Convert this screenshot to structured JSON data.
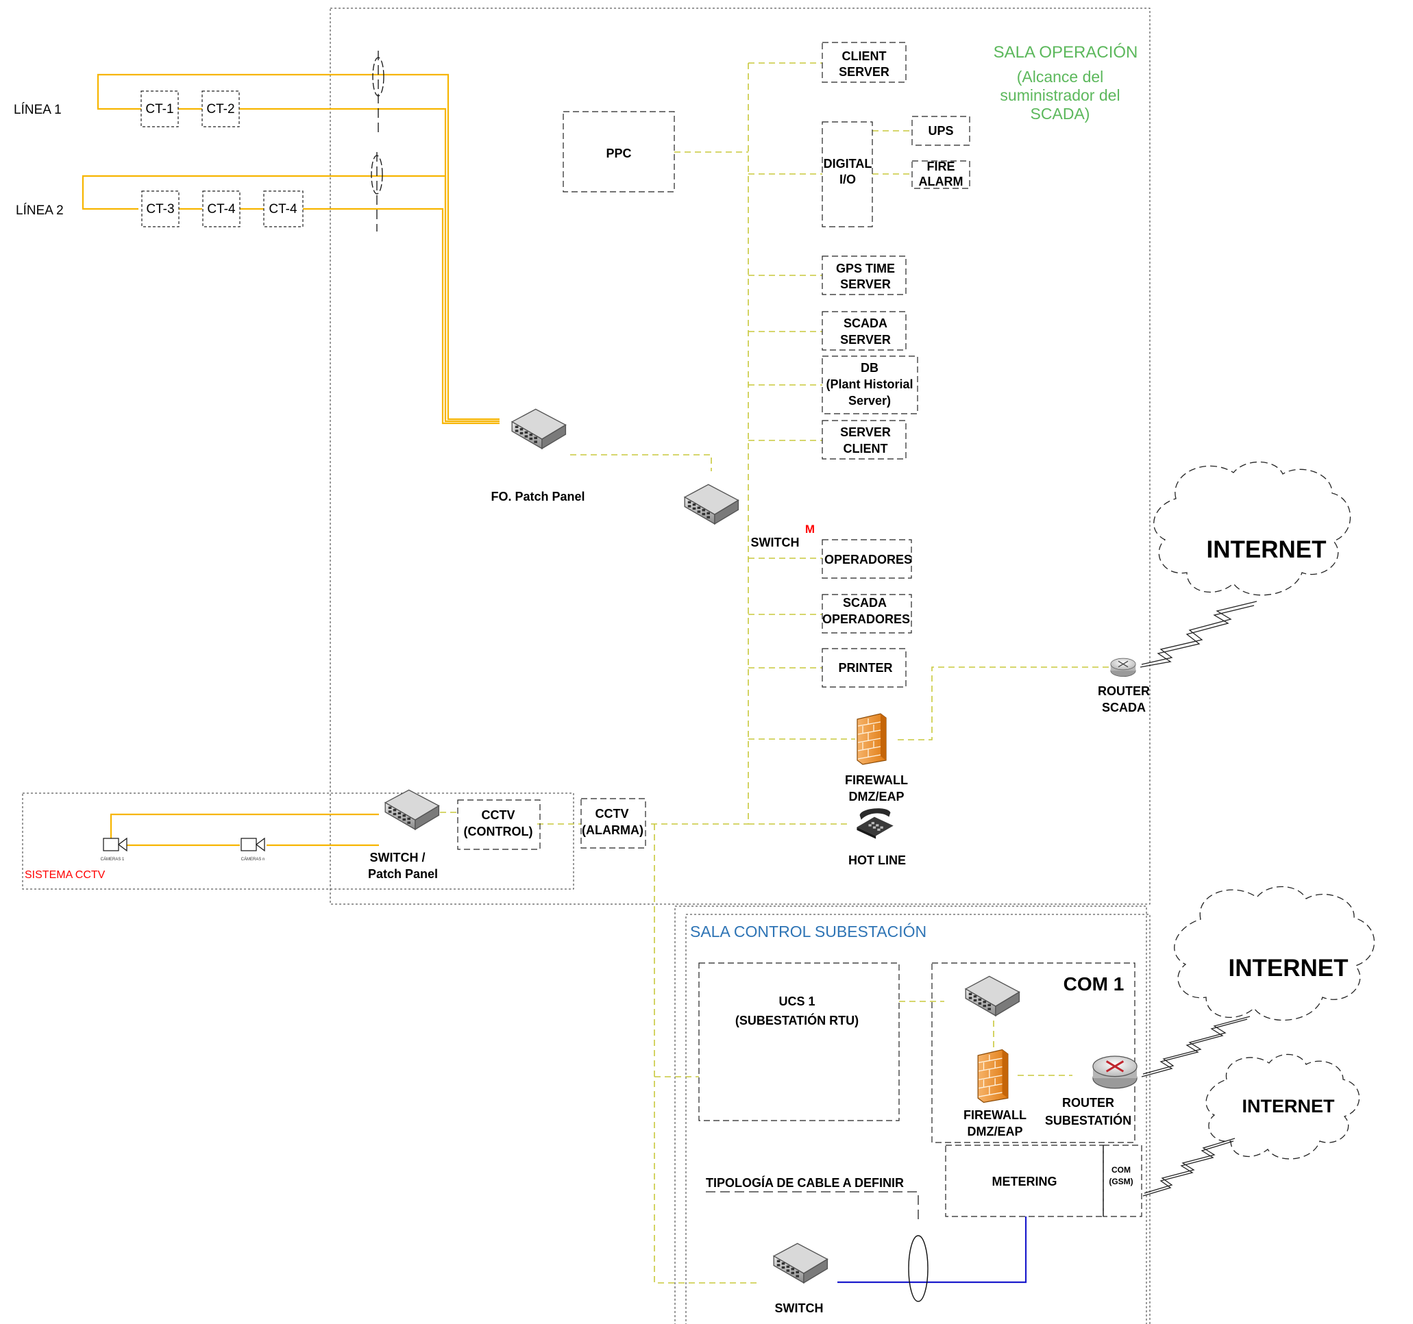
{
  "lines": {
    "line1": "LÍNEA 1",
    "line2": "LÍNEA 2"
  },
  "ct_boxes": [
    "CT-1",
    "CT-2",
    "CT-3",
    "CT-4",
    "CT-4"
  ],
  "zones": {
    "sala_operacion_title": "SALA OPERACIÓN",
    "sala_operacion_note": [
      "(Alcance del",
      "suministrador del",
      "SCADA)"
    ],
    "sala_control_title": "SALA CONTROL SUBESTACIÓN",
    "sistema_cctv": "SISTEMA CCTV"
  },
  "nodes": {
    "ppc": "PPC",
    "client_server": [
      "CLIENT",
      "SERVER"
    ],
    "digital_io": [
      "DIGITAL",
      "I/O"
    ],
    "ups": "UPS",
    "fire_alarm": [
      "FIRE",
      "ALARM"
    ],
    "gps_time_server": [
      "GPS TIME",
      "SERVER"
    ],
    "scada_server": [
      "SCADA",
      "SERVER"
    ],
    "db": [
      "DB",
      "(Plant Historial",
      "Server)"
    ],
    "server_client": [
      "SERVER",
      "CLIENT"
    ],
    "fo_patch_panel": "FO.  Patch Panel",
    "switch_main": "SWITCH",
    "switch_mark": "M",
    "operadores": "OPERADORES",
    "scada_operadores": [
      "SCADA",
      "OPERADORES"
    ],
    "printer": "PRINTER",
    "router_scada": [
      "ROUTER",
      "SCADA"
    ],
    "firewall_1": [
      "FIREWALL",
      "DMZ/EAP"
    ],
    "hot_line": "HOT LINE",
    "cctv_control": [
      "CCTV",
      "(CONTROL)"
    ],
    "cctv_alarma": [
      "CCTV",
      "(ALARMA)"
    ],
    "switch_patch_panel": [
      "SWITCH /",
      "Patch Panel"
    ],
    "camera_1": "CÁMERAS 1",
    "camera_n": "CÁMERAS n",
    "ucs1": [
      "UCS 1",
      "(SUBESTATIÓN RTU)"
    ],
    "com1": "COM 1",
    "firewall_2": [
      "FIREWALL",
      "DMZ/EAP"
    ],
    "router_subestacion": [
      "ROUTER",
      "SUBESTATIÓN"
    ],
    "metering": "METERING",
    "com_gsm": [
      "COM",
      "(GSM)"
    ],
    "tipologia": "TIPOLOGÍA DE CABLE A DEFINIR",
    "switch_bottom": "SWITCH"
  },
  "clouds": [
    "INTERNET",
    "INTERNET",
    "INTERNET"
  ],
  "colors": {
    "fiber": "#f7b500",
    "ethernet": "#c8c83c",
    "copper": "#1a1acc",
    "operacion_title": "#5cb85c",
    "control_title": "#2e74b5",
    "cctv_title": "#ff0000",
    "firewall": "#f08a24"
  }
}
